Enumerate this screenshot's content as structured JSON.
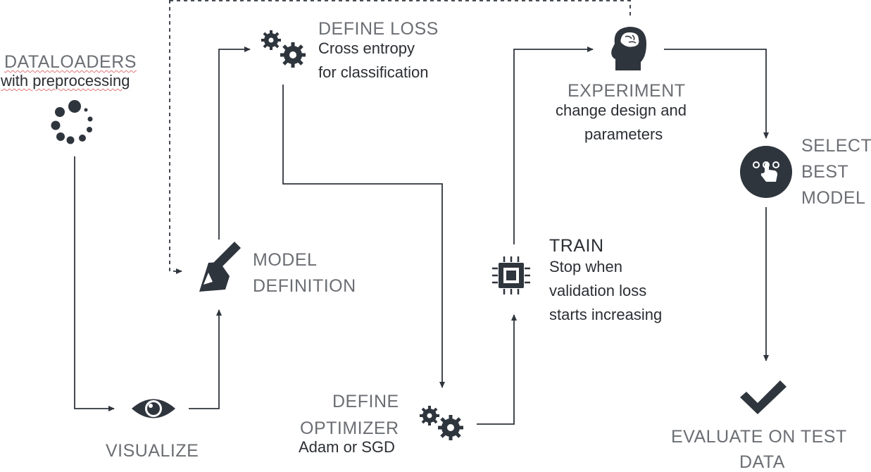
{
  "steps": {
    "dataloaders": {
      "title": "DATALOADERS",
      "desc": "with preprocessing",
      "icon": "loading-spinner-icon"
    },
    "visualize": {
      "title": "VISUALIZE",
      "icon": "eye-icon"
    },
    "model_definition": {
      "title_line1": "MODEL",
      "title_line2": "DEFINITION",
      "icon": "pen-writing-icon"
    },
    "define_loss": {
      "title": "DEFINE LOSS",
      "desc_line1": "Cross entropy",
      "desc_line2": "for classification",
      "icon": "gears-icon"
    },
    "define_optimizer": {
      "title_line1": "DEFINE",
      "title_line2": "OPTIMIZER",
      "desc": "Adam or SGD",
      "icon": "gears-icon"
    },
    "train": {
      "title": "TRAIN",
      "desc_line1": "Stop when",
      "desc_line2": "validation loss",
      "desc_line3": "starts increasing",
      "icon": "cpu-chip-icon"
    },
    "experiment": {
      "title": "EXPERIMENT",
      "desc_line1": "change design and",
      "desc_line2": "parameters",
      "icon": "brain-head-icon"
    },
    "select_best_model": {
      "title_line1": "SELECT",
      "title_line2": "BEST",
      "title_line3": "MODEL",
      "icon": "touch-select-icon"
    },
    "evaluate": {
      "title_line1": "EVALUATE ON TEST",
      "title_line2": "DATA",
      "icon": "checkmark-icon"
    }
  },
  "colors": {
    "icon": "#2f353d",
    "line": "#2f353d",
    "title_text": "#6b6e73",
    "desc_text": "#2b2e33",
    "squiggle": "#e07474"
  }
}
